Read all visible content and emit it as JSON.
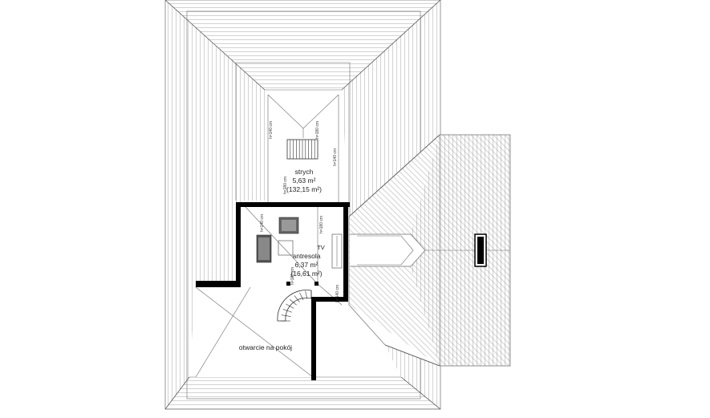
{
  "rooms": {
    "strych": {
      "name": "strych",
      "area": "5,63 m²",
      "total": "(132,15 m²)"
    },
    "antresola": {
      "name": "antresola",
      "area": "6,37 m²",
      "total": "(16,61 m²)"
    },
    "opening": {
      "name": "otwarcie na pokój"
    }
  },
  "labels": {
    "tv": "TV",
    "h140": "h=140 cm",
    "h180": "h=180 cm"
  }
}
